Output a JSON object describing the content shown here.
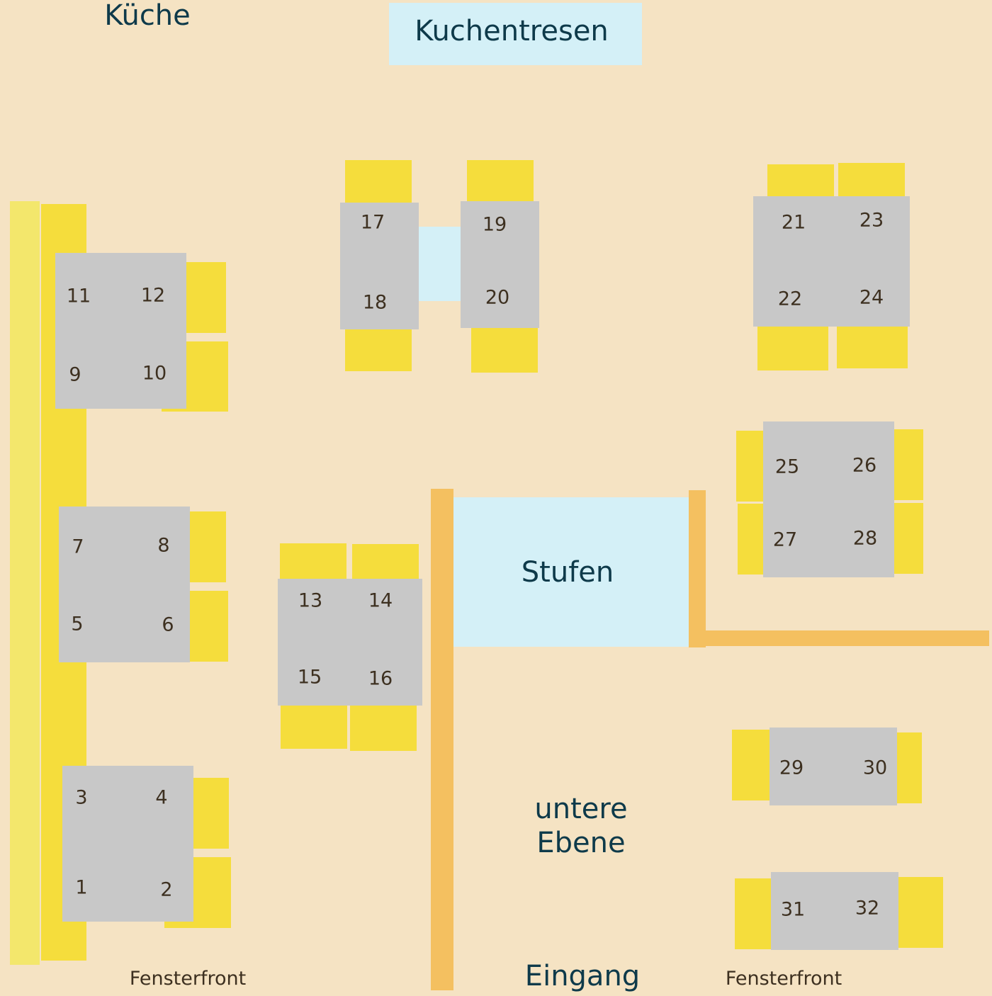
{
  "labels": {
    "kitchen": "Küche",
    "cake_counter": "Kuchentresen",
    "steps": "Stufen",
    "lower_level_1": "untere",
    "lower_level_2": "Ebene",
    "entrance": "Eingang",
    "window_front_left": "Fensterfront",
    "window_front_right": "Fensterfront"
  },
  "seats": [
    "1",
    "2",
    "3",
    "4",
    "5",
    "6",
    "7",
    "8",
    "9",
    "10",
    "11",
    "12",
    "13",
    "14",
    "15",
    "16",
    "17",
    "18",
    "19",
    "20",
    "21",
    "22",
    "23",
    "24",
    "25",
    "26",
    "27",
    "28",
    "29",
    "30",
    "31",
    "32"
  ],
  "colors": {
    "background": "#f5e3c3",
    "table": "#c8c8c8",
    "chair": "#f5dd3c",
    "bench": "#f3e76c",
    "wall": "#f4c060",
    "counter": "#d4f0f7"
  }
}
